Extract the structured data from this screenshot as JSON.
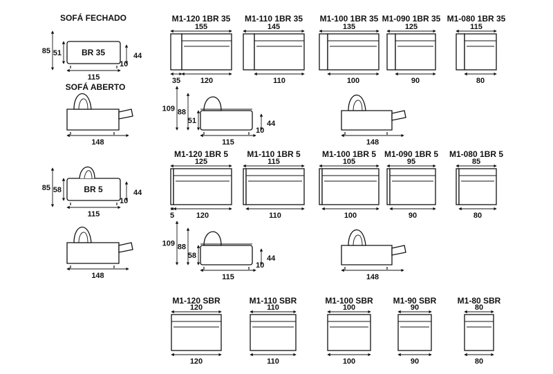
{
  "closed_title": "SOFÁ FECHADO",
  "open_title": "SOFÁ ABERTO",
  "closed_sofas": [
    {
      "label": "BR 35",
      "height": "85",
      "seat": "51",
      "side": "44",
      "foot": "10",
      "width": "115"
    },
    {
      "label": "BR 5",
      "height": "85",
      "seat": "58",
      "side": "44",
      "foot": "10",
      "width": "115"
    }
  ],
  "open_widths": [
    "148",
    "148"
  ],
  "profile": [
    {
      "height": "109",
      "mid": "88",
      "seat": "51",
      "side": "44",
      "foot": "10",
      "width": "115",
      "open": "148"
    },
    {
      "height": "109",
      "mid": "88",
      "seat": "58",
      "side": "44",
      "foot": "10",
      "width": "115",
      "open": "148"
    }
  ],
  "row_br35": [
    {
      "name": "M1-120 1BR 35",
      "top": "155",
      "arm": "35",
      "bottom": "120"
    },
    {
      "name": "M1-110 1BR 35",
      "top": "145",
      "bottom": "110"
    },
    {
      "name": "M1-100 1BR 35",
      "top": "135",
      "bottom": "100"
    },
    {
      "name": "M1-090 1BR 35",
      "top": "125",
      "bottom": "90"
    },
    {
      "name": "M1-080 1BR 35",
      "top": "115",
      "bottom": "80"
    }
  ],
  "row_br5": [
    {
      "name": "M1-120 1BR 5",
      "top": "125",
      "arm": "5",
      "bottom": "120"
    },
    {
      "name": "M1-110 1BR 5",
      "top": "115",
      "bottom": "110"
    },
    {
      "name": "M1-100 1BR 5",
      "top": "105",
      "bottom": "100"
    },
    {
      "name": "M1-090 1BR 5",
      "top": "95",
      "bottom": "90"
    },
    {
      "name": "M1-080 1BR 5",
      "top": "85",
      "bottom": "80"
    }
  ],
  "row_sbr": [
    {
      "name": "M1-120 SBR",
      "top": "120",
      "bottom": "120"
    },
    {
      "name": "M1-110 SBR",
      "top": "110",
      "bottom": "110"
    },
    {
      "name": "M1-100 SBR",
      "top": "100",
      "bottom": "100"
    },
    {
      "name": "M1-90 SBR",
      "top": "90",
      "bottom": "90"
    },
    {
      "name": "M1-80 SBR",
      "top": "80",
      "bottom": "80"
    }
  ]
}
